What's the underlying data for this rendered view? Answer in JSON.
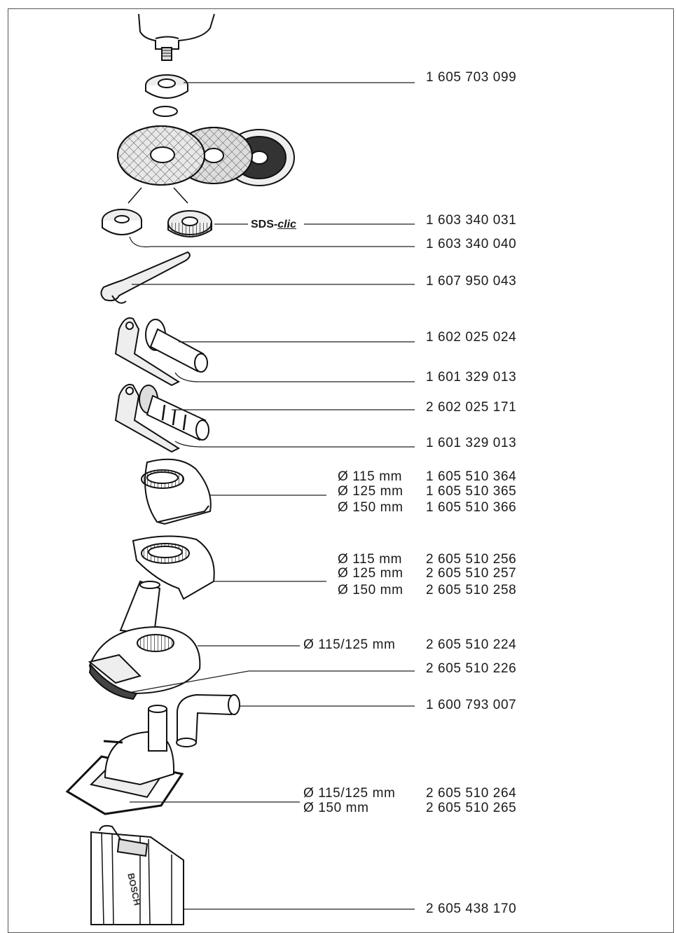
{
  "parts": [
    {
      "id": "flange-nut",
      "number": "1 605 703 099"
    },
    {
      "id": "sds-clic-nut",
      "number": "1 603 340 031",
      "tag": "SDS-",
      "tag_italic": "clic"
    },
    {
      "id": "clamp-nut",
      "number": "1 603 340 040"
    },
    {
      "id": "two-pin-spanner",
      "number": "1 607 950 043"
    },
    {
      "id": "handle-1",
      "number": "1 602 025 024"
    },
    {
      "id": "handle-1-bracket",
      "number": "1 601 329 013"
    },
    {
      "id": "handle-2",
      "number": "2 602 025 171"
    },
    {
      "id": "handle-2-bracket",
      "number": "1 601 329 013"
    },
    {
      "id": "guard-a",
      "rows": [
        {
          "size": "Ø 115 mm",
          "number": "1 605 510 364"
        },
        {
          "size": "Ø 125 mm",
          "number": "1 605 510 365"
        },
        {
          "size": "Ø 150 mm",
          "number": "1 605 510 366"
        }
      ]
    },
    {
      "id": "guard-b",
      "rows": [
        {
          "size": "Ø 115 mm",
          "number": "2 605 510 256"
        },
        {
          "size": "Ø 125 mm",
          "number": "2 605 510 257"
        },
        {
          "size": "Ø 150 mm",
          "number": "2 605 510 258"
        }
      ]
    },
    {
      "id": "extraction-hood",
      "size": "Ø 115/125 mm",
      "number": "2 605 510 224"
    },
    {
      "id": "brush-ring",
      "number": "2 605 510 226"
    },
    {
      "id": "elbow-adapter",
      "number": "1 600 793 007"
    },
    {
      "id": "cutting-guide",
      "rows": [
        {
          "size": "Ø 115/125 mm",
          "number": "2 605 510 264"
        },
        {
          "size": "Ø 150 mm",
          "number": "2 605 510 265"
        }
      ]
    },
    {
      "id": "carrying-case",
      "number": "2 605 438 170",
      "brand": "BOSCH"
    }
  ]
}
